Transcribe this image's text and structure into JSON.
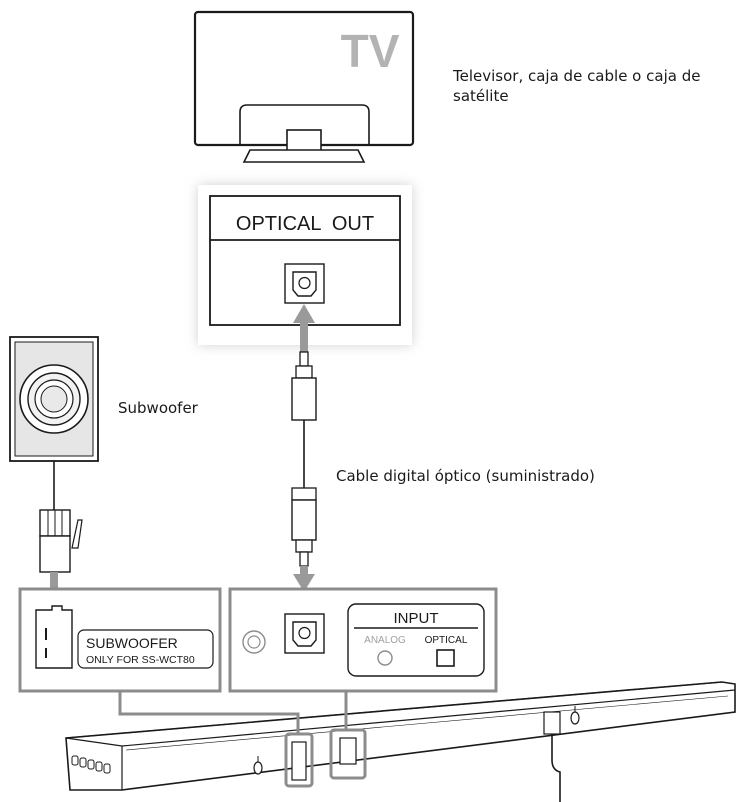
{
  "tv": {
    "logo_text": "TV"
  },
  "labels": {
    "tv_caption": "Televisor, caja de cable o caja de satélite",
    "subwoofer_caption": "Subwoofer",
    "cable_caption": "Cable digital óptico (suministrado)"
  },
  "panels": {
    "optical_out": "OPTICAL  OUT",
    "input_title": "INPUT",
    "analog_label": "ANALOG",
    "optical_label": "OPTICAL",
    "subwoofer_label_line1": "SUBWOOFER",
    "subwoofer_label_line2": "ONLY FOR SS-WCT80"
  },
  "colors": {
    "frame": "#8c8c8c",
    "arrow": "#9a9a9a",
    "line": "#1a1a1a",
    "dim_text": "#a0a0a0"
  }
}
